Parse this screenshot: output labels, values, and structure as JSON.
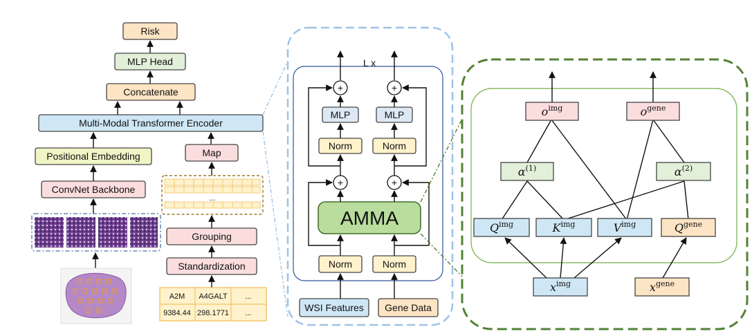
{
  "left_pipeline": {
    "risk": "Risk",
    "mlp_head": "MLP Head",
    "concatenate": "Concatenate",
    "encoder": "Multi-Modal Transformer Encoder",
    "positional_embedding": "Positional Embedding",
    "convnet_backbone": "ConvNet Backbone",
    "map": "Map",
    "grouping": "Grouping",
    "standardization": "Standardization",
    "ellipsis": "...",
    "gene_table": {
      "headers": [
        "A2M",
        "A4GALT",
        "..."
      ],
      "row": [
        "9384.44",
        "298.1771",
        "..."
      ]
    }
  },
  "middle_block": {
    "repeat": "L x",
    "mlp_left": "MLP",
    "mlp_right": "MLP",
    "norm_top_left": "Norm",
    "norm_top_right": "Norm",
    "amma": "AMMA",
    "norm_bottom_left": "Norm",
    "norm_bottom_right": "Norm",
    "plus": "+",
    "wsi_features": "WSI Features",
    "gene_data": "Gene Data"
  },
  "right_block": {
    "o_img": {
      "base": "o",
      "sup": "img"
    },
    "o_gene": {
      "base": "o",
      "sup": "gene"
    },
    "alpha1": {
      "base": "α",
      "sup": "(1)"
    },
    "alpha2": {
      "base": "α",
      "sup": "(2)"
    },
    "q_img": {
      "base": "Q",
      "sup": "img"
    },
    "k_img": {
      "base": "K",
      "sup": "img"
    },
    "v_img": {
      "base": "V",
      "sup": "img"
    },
    "q_gene": {
      "base": "Q",
      "sup": "gene"
    },
    "x_img": {
      "base": "x",
      "sup": "img"
    },
    "x_gene": {
      "base": "x",
      "sup": "gene"
    }
  },
  "colors": {
    "orange": "#fde4c4",
    "green": "#e2efd9",
    "blue": "#cfe7f5",
    "yellow_green": "#f1f5c6",
    "pink": "#fbdddd",
    "cream": "#fff2cc",
    "amma_green": "#b9dd9c",
    "light_blue_box": "#dde8f4",
    "dashed_blue": "#9dc3e6",
    "dashed_green": "#538135",
    "table_border": "#f0b94b"
  }
}
